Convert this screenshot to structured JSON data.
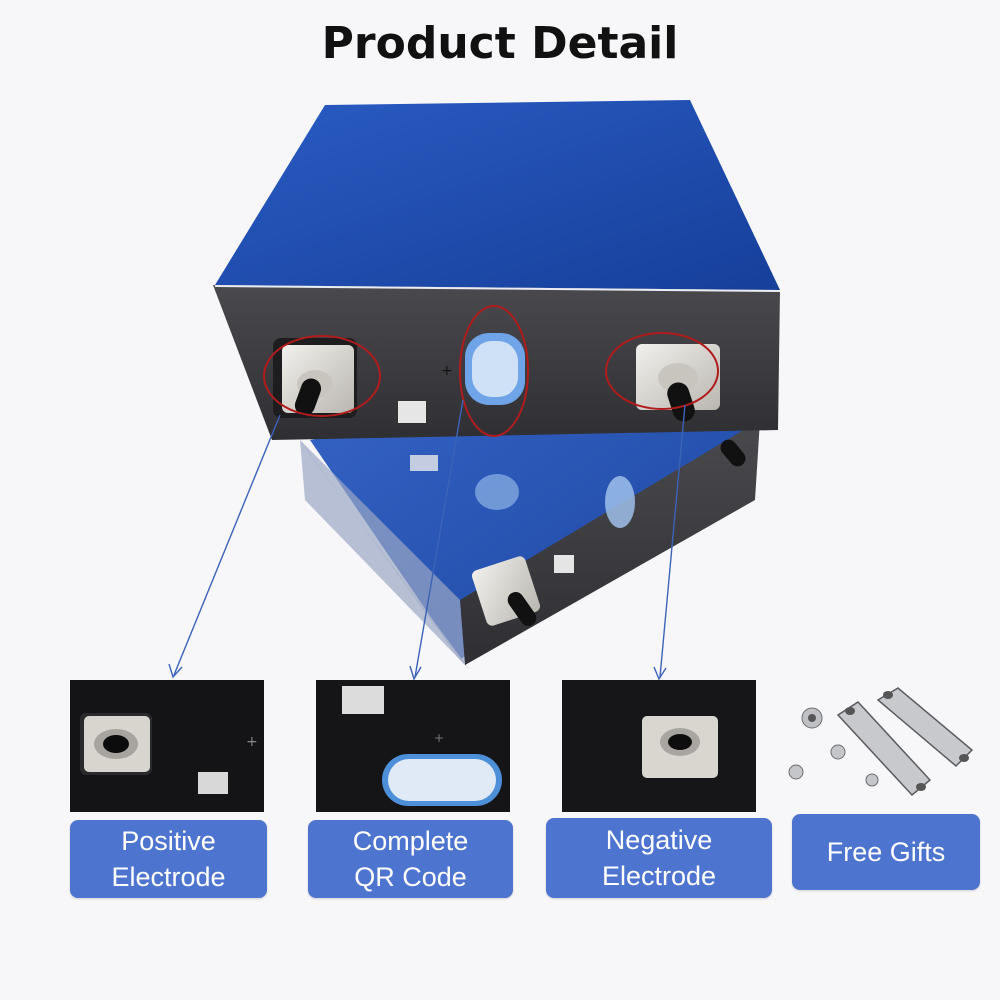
{
  "page": {
    "title": "Product Detail"
  },
  "callouts": [
    {
      "line1": "Positive",
      "line2": "Electrode"
    },
    {
      "line1": "Complete",
      "line2": "QR Code"
    },
    {
      "line1": "Negative",
      "line2": "Electrode"
    },
    {
      "line1": "Free Gifts"
    }
  ],
  "colors": {
    "battery_blue": "#1f4fb3",
    "battery_face": "#3c3c40",
    "label_bg": "#4d74cf",
    "highlight_ring": "#b01c1c",
    "arrow": "#3b63b8"
  },
  "icons": [
    "battery-cell",
    "terminal-bolt",
    "qr-window",
    "nut",
    "busbar"
  ]
}
